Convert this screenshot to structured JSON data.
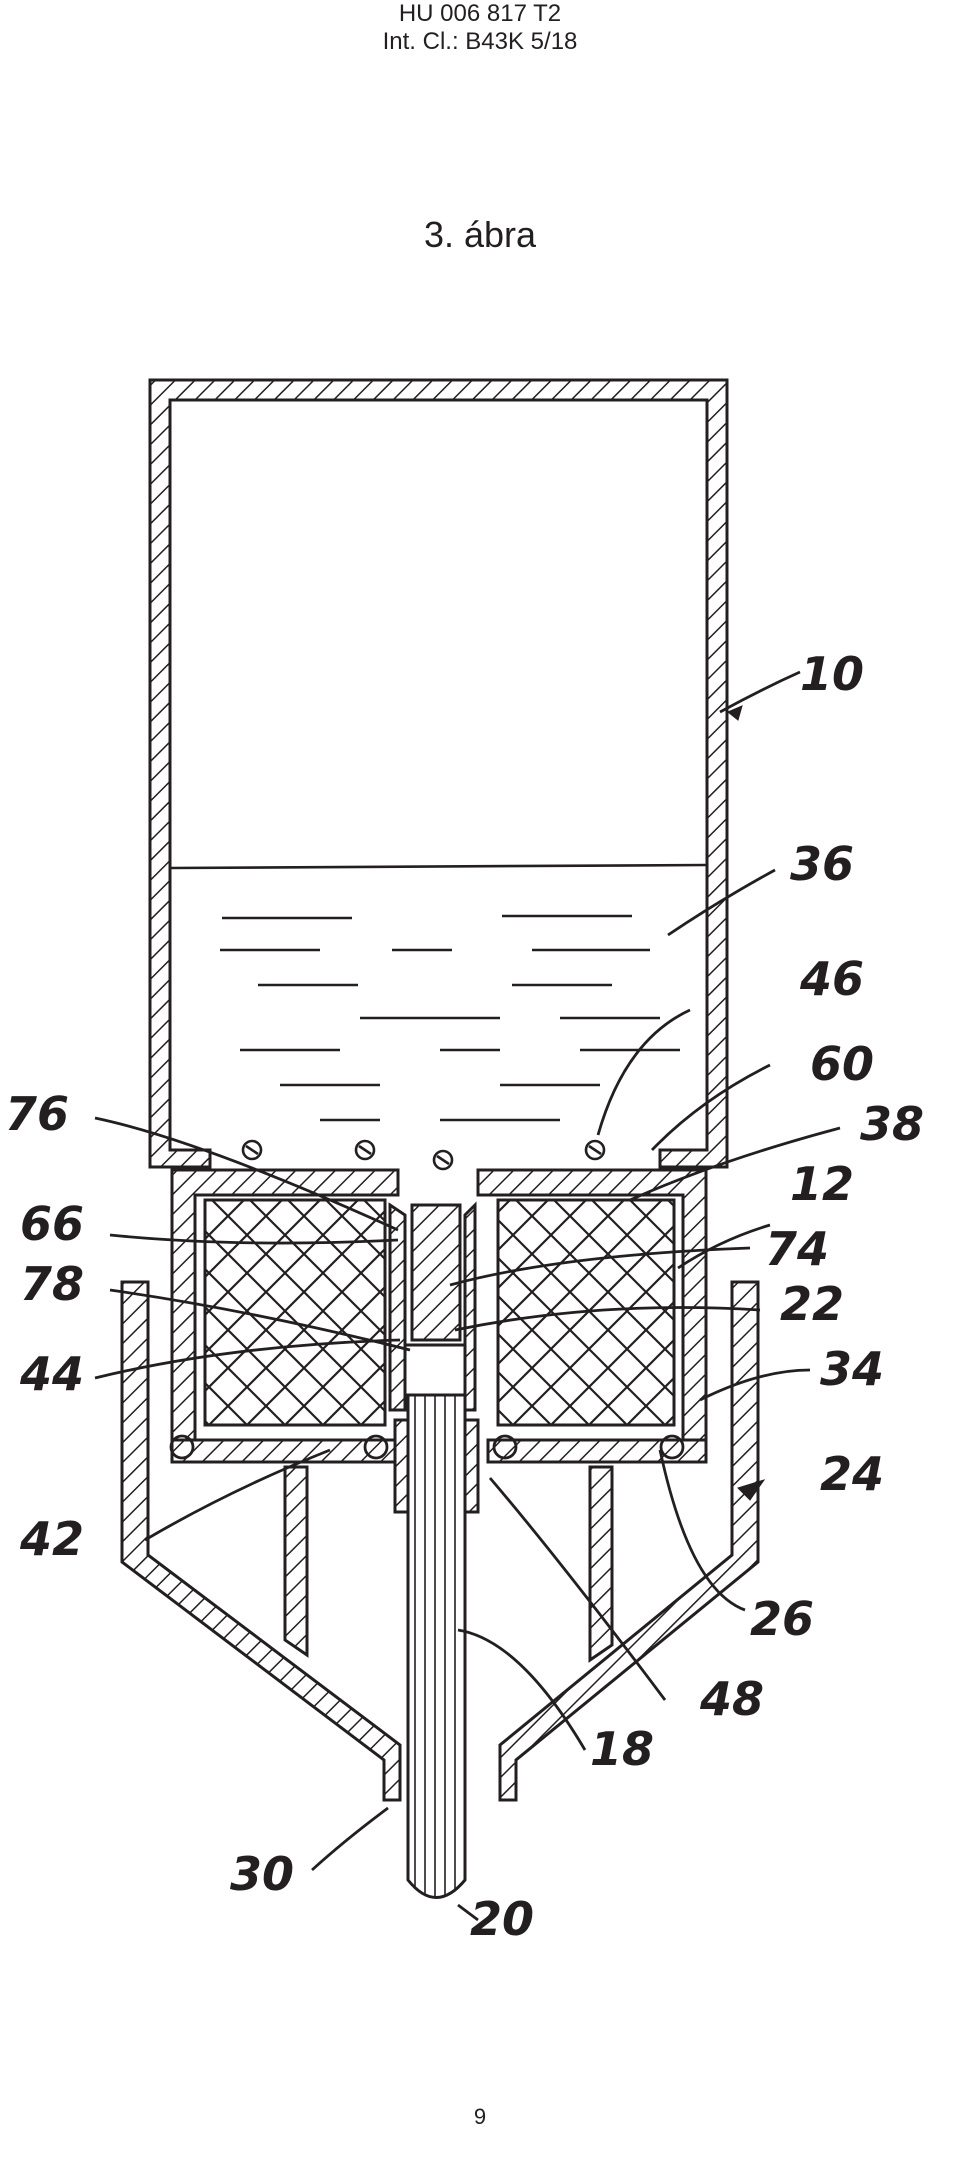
{
  "header": {
    "doc_number": "HU 006 817 T2",
    "classification": "Int. Cl.: B43K 5/18"
  },
  "figure": {
    "title": "3. ábra",
    "reference_numerals": {
      "r10": "10",
      "r36": "36",
      "r46": "46",
      "r60": "60",
      "r38": "38",
      "r12": "12",
      "r74": "74",
      "r22": "22",
      "r34": "34",
      "r24": "24",
      "r26": "26",
      "r48": "48",
      "r18": "18",
      "r20": "20",
      "r30": "30",
      "r42": "42",
      "r44": "44",
      "r78": "78",
      "r66": "66",
      "r76": "76"
    }
  },
  "footer": {
    "page_number": "9"
  }
}
